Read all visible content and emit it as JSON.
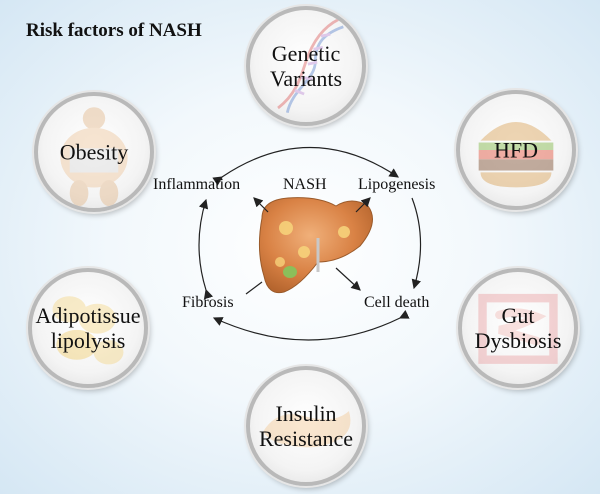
{
  "title": "Risk factors of NASH",
  "risk_factors": {
    "genetic": {
      "line1": "Genetic",
      "line2": "Variants",
      "icon": "dna-helix-icon"
    },
    "obesity": {
      "line1": "Obesity",
      "icon": "obese-person-icon"
    },
    "hfd": {
      "line1": "HFD",
      "icon": "burger-icon"
    },
    "adipo": {
      "line1": "Adipotissue",
      "line2": "lipolysis",
      "icon": "adipose-tissue-icon"
    },
    "gut": {
      "line1": "Gut",
      "line2": "Dysbiosis",
      "icon": "intestine-icon"
    },
    "insulin": {
      "line1": "Insulin",
      "line2": "Resistance",
      "icon": "pancreas-icon"
    }
  },
  "center": {
    "nash": "NASH",
    "inflammation": "Inflammation",
    "lipogenesis": "Lipogenesis",
    "fibrosis": "Fibrosis",
    "cell_death": "Cell death",
    "icon": "liver-icon"
  }
}
